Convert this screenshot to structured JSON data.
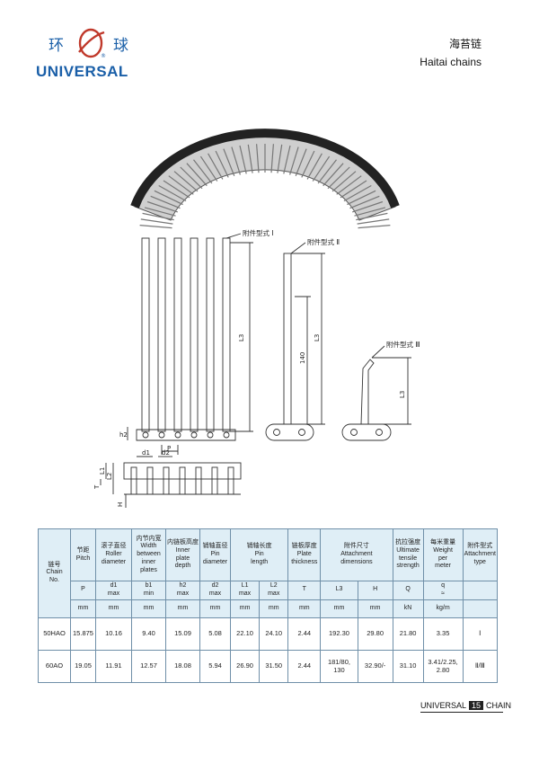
{
  "brand": {
    "cn_left": "环",
    "cn_right": "球",
    "name": "UNIVERSAL",
    "registered": "®"
  },
  "header": {
    "title_cn": "海苔链",
    "title_en": "Haitai chains"
  },
  "drawing": {
    "type_1": "附件型式 Ⅰ",
    "type_2": "附件型式 Ⅱ",
    "type_3": "附件型式 Ⅲ",
    "dim_140": "140",
    "dim_L3_a": "L3",
    "dim_L3_b": "L3",
    "dim_L3_c": "L3",
    "dim_h2": "h2",
    "dim_P": "P",
    "dim_d1": "d1",
    "dim_d2": "d2",
    "dim_L1": "L1",
    "dim_L2": "L2",
    "dim_T": "T",
    "dim_H": "H"
  },
  "table": {
    "headers": [
      "链号\nChain\nNo.",
      "节距\nPitch",
      "滚子直径\nRoller\ndiameter",
      "内节内宽\nWidth\nbetween\ninner\nplates",
      "内链板高度\nInner\nplate\ndepth",
      "销轴直径\nPin\ndiameter",
      "销轴长度\nPin\nlength",
      "链板厚度\nPlate\nthickness",
      "附件尺寸\nAttachment\ndimensions",
      "抗拉强度\nUltimate\ntensile\nstrength",
      "每米重量\nWeight\nper\nmeter",
      "附件型式\nAttachment\ntype"
    ],
    "symbols": [
      "P",
      "d1\nmax",
      "b1\nmin",
      "h2\nmax",
      "d2\nmax",
      "L1\nmax",
      "L2\nmax",
      "T",
      "L3",
      "H",
      "Q",
      "q\n≈"
    ],
    "units": [
      "mm",
      "mm",
      "mm",
      "mm",
      "mm",
      "mm",
      "mm",
      "mm",
      "mm",
      "mm",
      "kN",
      "kg/m"
    ],
    "rows": [
      [
        "50HAO",
        "15.875",
        "10.16",
        "9.40",
        "15.09",
        "5.08",
        "22.10",
        "24.10",
        "2.44",
        "192.30",
        "29.80",
        "21.80",
        "3.35",
        "Ⅰ"
      ],
      [
        "60AO",
        "19.05",
        "11.91",
        "12.57",
        "18.08",
        "5.94",
        "26.90",
        "31.50",
        "2.44",
        "181/80,\n130",
        "32.90/-",
        "31.10",
        "3.41/2.25,\n2.80",
        "Ⅱ/Ⅲ"
      ]
    ]
  },
  "footer": {
    "left": "UNIVERSAL",
    "page": "15",
    "right": "CHAIN"
  }
}
